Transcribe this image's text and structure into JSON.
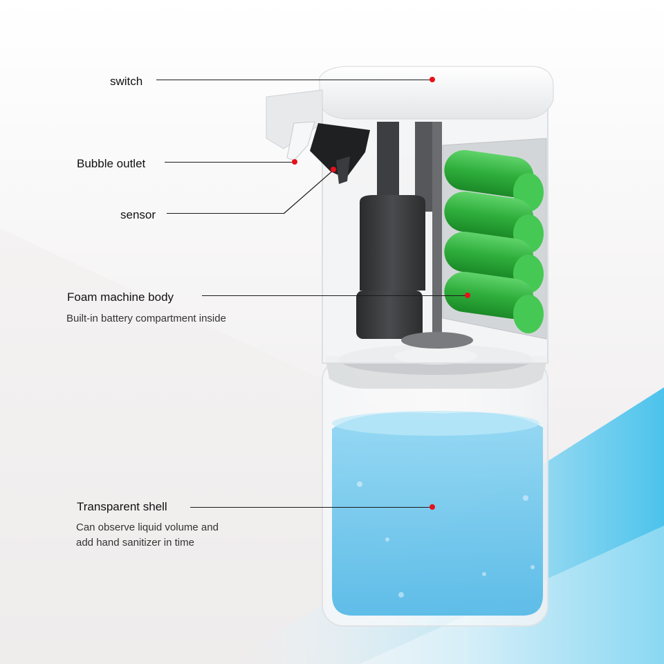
{
  "callouts": {
    "switch": {
      "title": "switch"
    },
    "bubble_outlet": {
      "title": "Bubble outlet"
    },
    "sensor": {
      "title": "sensor"
    },
    "foam_machine_body": {
      "title": "Foam machine body",
      "description": "Built-in battery compartment inside"
    },
    "transparent_shell": {
      "title": "Transparent shell",
      "description_line1": "Can observe liquid volume and",
      "description_line2": "add hand sanitizer in time"
    }
  },
  "colors": {
    "marker": "#e8101a",
    "leader_line": "#1a1a1a",
    "liquid": "#6cc6ec",
    "battery": "#2fae3c",
    "accent_stripe": "#5fc8e8"
  }
}
